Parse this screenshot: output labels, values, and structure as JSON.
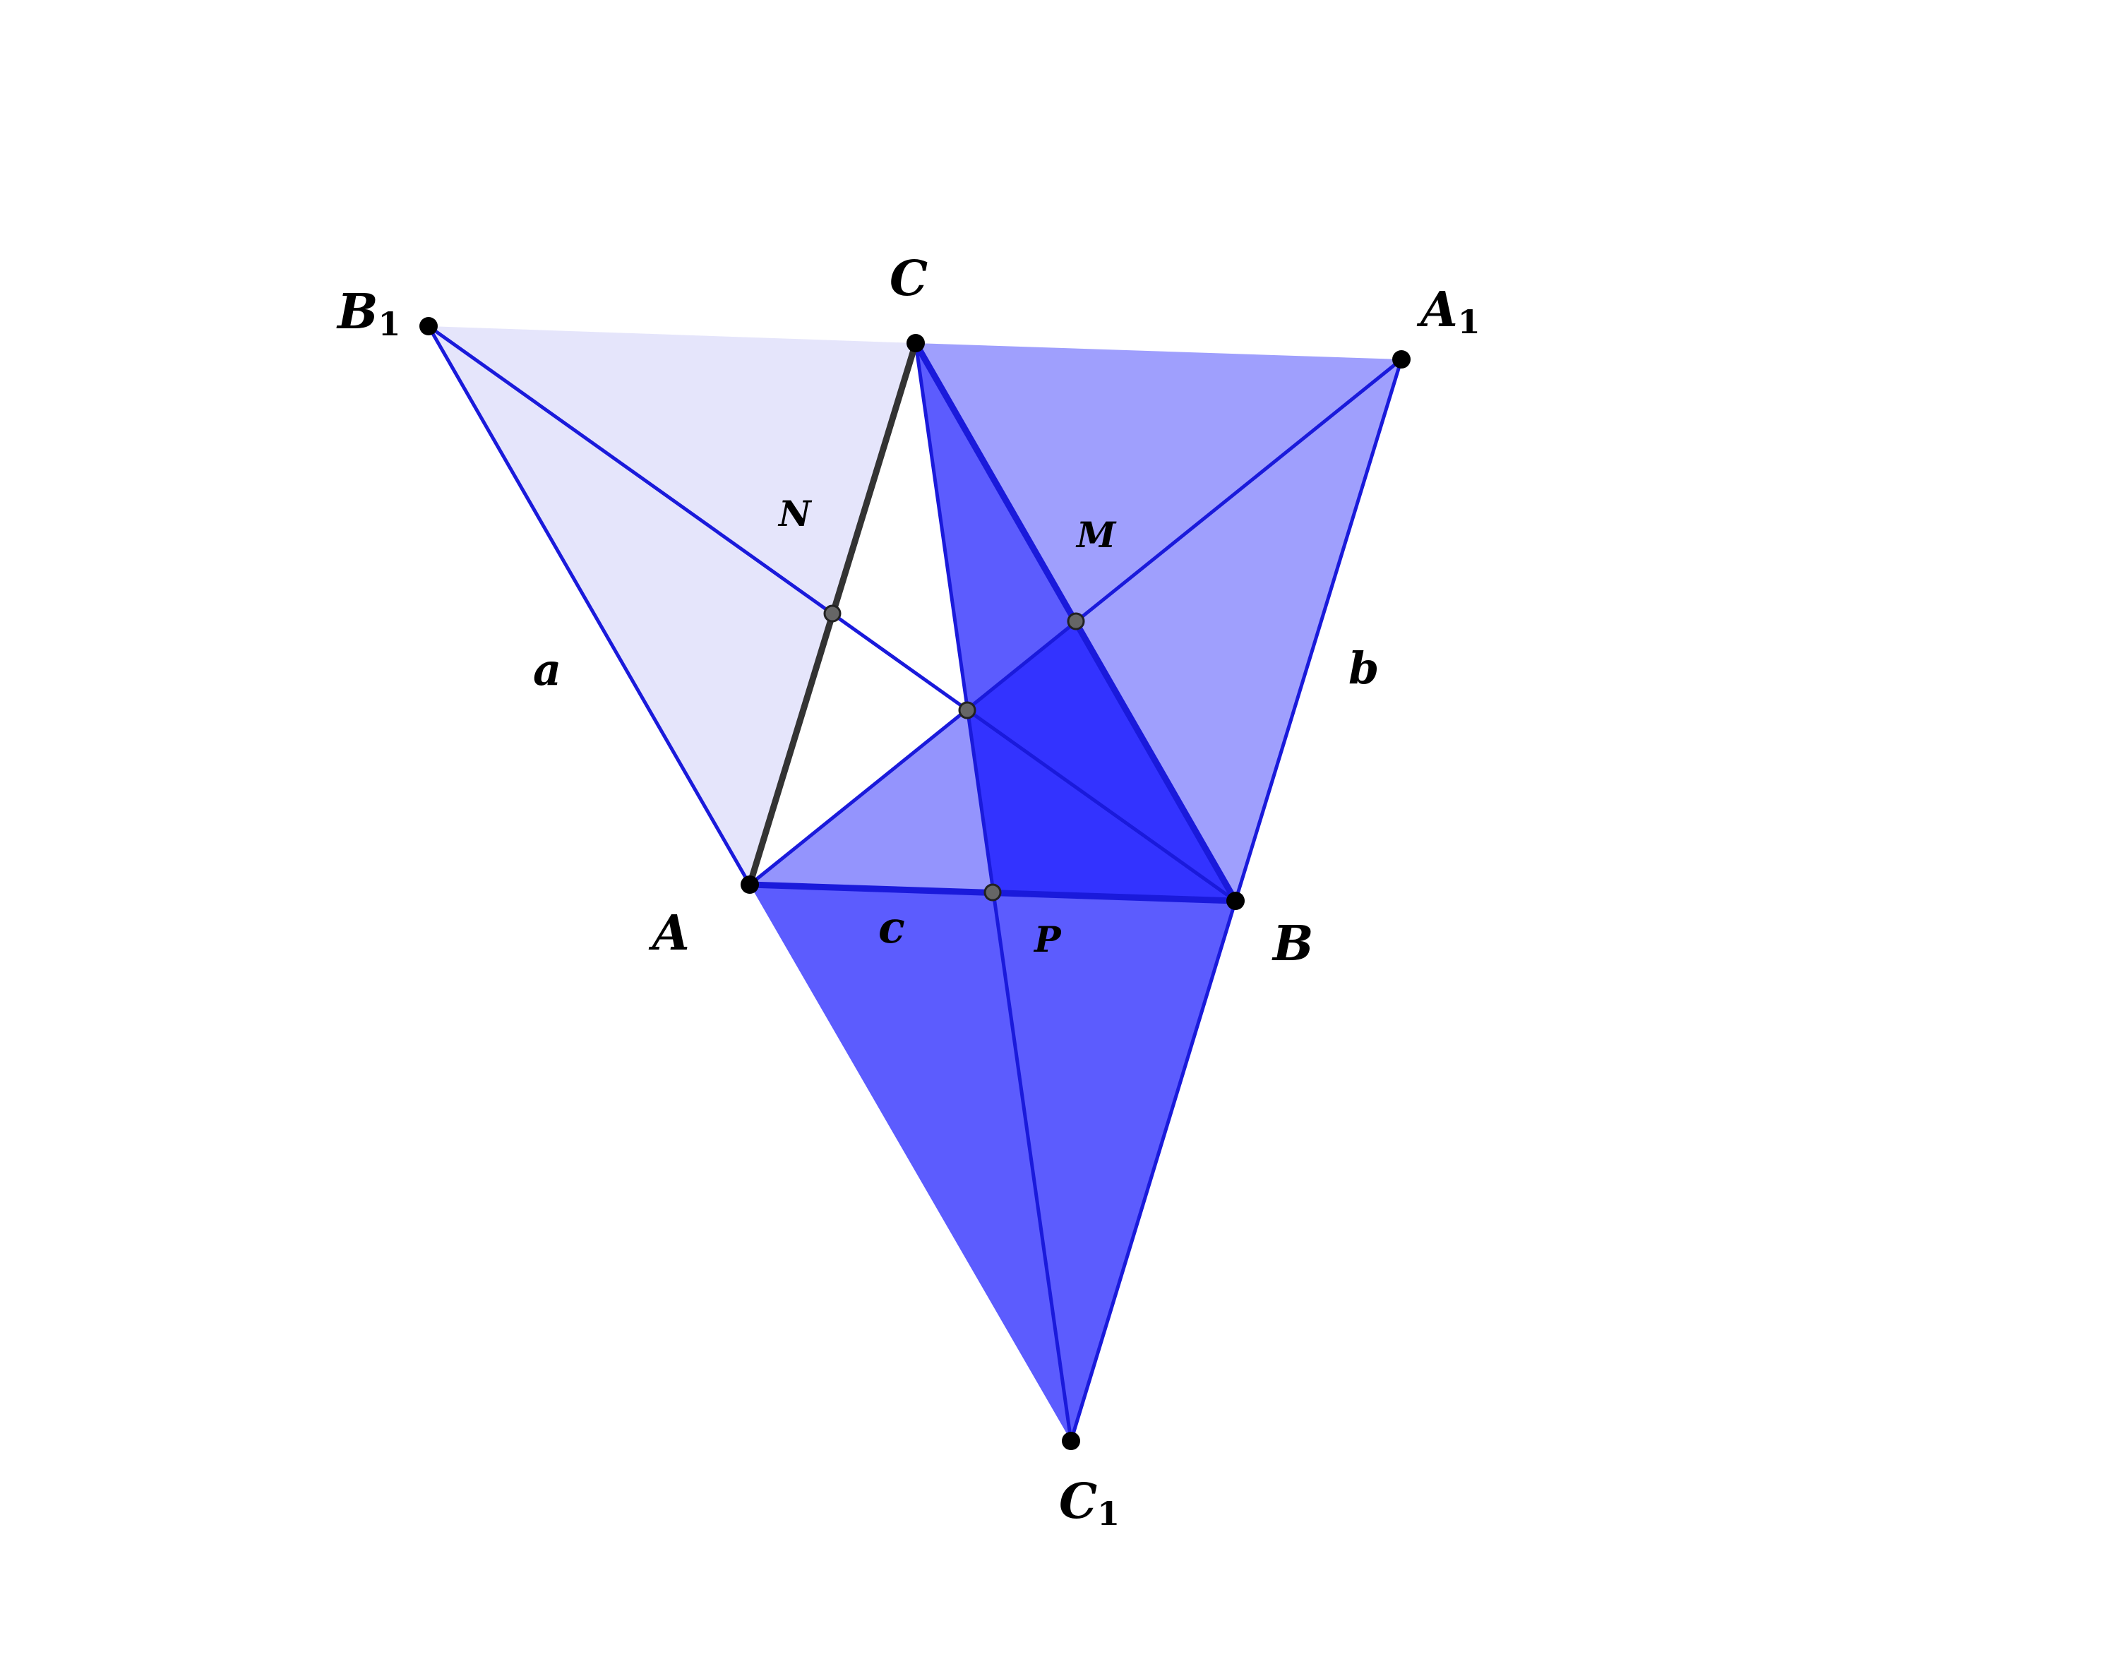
{
  "colors": {
    "edge": "#1a1adb",
    "segment": "#333333",
    "vertex": "#000000",
    "midpoint": "#666666",
    "fill_light": "#e5e5fb",
    "fill_medium": "#9f9ffd",
    "fill_strong": "#5c5cfe",
    "fill_overlap": "#9494fd",
    "fill_core": "#3333ff",
    "background": "#ffffff"
  },
  "labels": {
    "B1": {
      "main": "B",
      "sub": "1"
    },
    "C": {
      "main": "C"
    },
    "A1": {
      "main": "A",
      "sub": "1"
    },
    "A": {
      "main": "A"
    },
    "B": {
      "main": "B"
    },
    "C1": {
      "main": "C",
      "sub": "1"
    },
    "N": "N",
    "M": "M",
    "P": "P",
    "a": "a",
    "b": "b",
    "c": "c"
  }
}
